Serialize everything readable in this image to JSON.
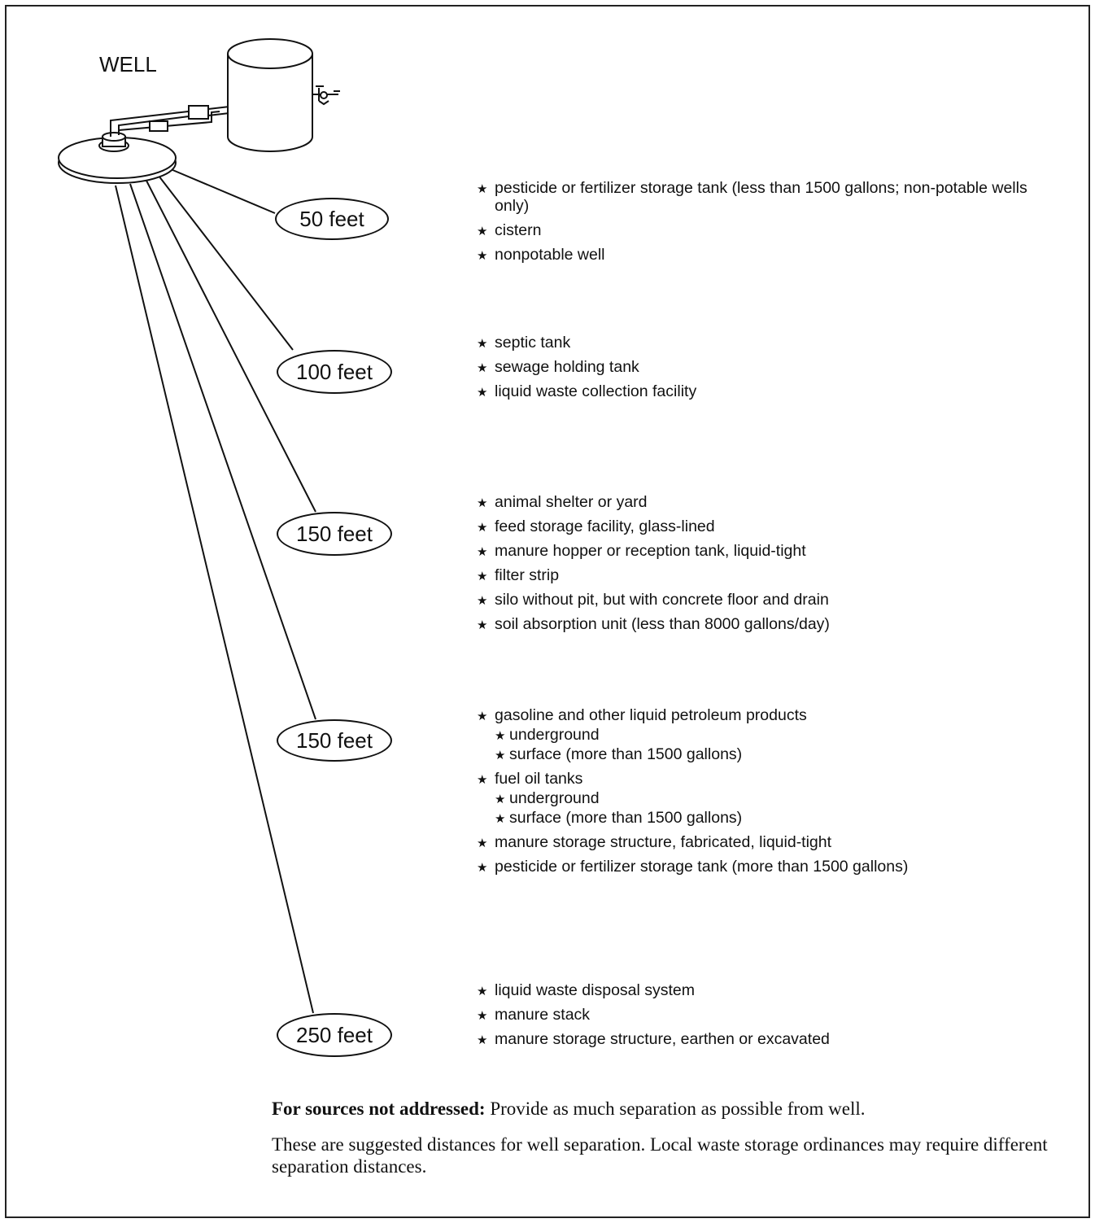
{
  "well_label": "WELL",
  "zones": [
    {
      "distance_label": "50 feet",
      "items": [
        {
          "text": "pesticide or fertilizer storage tank (less than 1500 gallons; non-potable wells only)"
        },
        {
          "text": "cistern"
        },
        {
          "text": "nonpotable well"
        }
      ]
    },
    {
      "distance_label": "100 feet",
      "items": [
        {
          "text": "septic tank"
        },
        {
          "text": "sewage holding tank"
        },
        {
          "text": "liquid waste collection facility"
        }
      ]
    },
    {
      "distance_label": "150 feet",
      "items": [
        {
          "text": "animal shelter or yard"
        },
        {
          "text": "feed storage facility, glass-lined"
        },
        {
          "text": "manure hopper or reception tank, liquid-tight"
        },
        {
          "text": "filter strip"
        },
        {
          "text": "silo without pit, but with concrete floor and drain"
        },
        {
          "text": "soil absorption unit (less than 8000 gallons/day)"
        }
      ]
    },
    {
      "distance_label": "150 feet",
      "items": [
        {
          "text": "gasoline and other liquid petroleum products",
          "sub": [
            "underground",
            "surface (more than 1500 gallons)"
          ]
        },
        {
          "text": "fuel oil tanks",
          "sub": [
            "underground",
            "surface (more than 1500 gallons)"
          ]
        },
        {
          "text": "manure storage structure, fabricated, liquid-tight"
        },
        {
          "text": "pesticide or fertilizer storage tank (more than 1500 gallons)"
        }
      ]
    },
    {
      "distance_label": "250 feet",
      "items": [
        {
          "text": "liquid waste disposal system"
        },
        {
          "text": "manure stack"
        },
        {
          "text": "manure storage structure, earthen or excavated"
        }
      ]
    }
  ],
  "notes": {
    "sources_bold": "For sources not addressed:",
    "sources_text": " Provide as much separation as possible from well.",
    "suggested": "These are suggested distances for well separation. Local waste storage ordinances may require different separation distances."
  }
}
